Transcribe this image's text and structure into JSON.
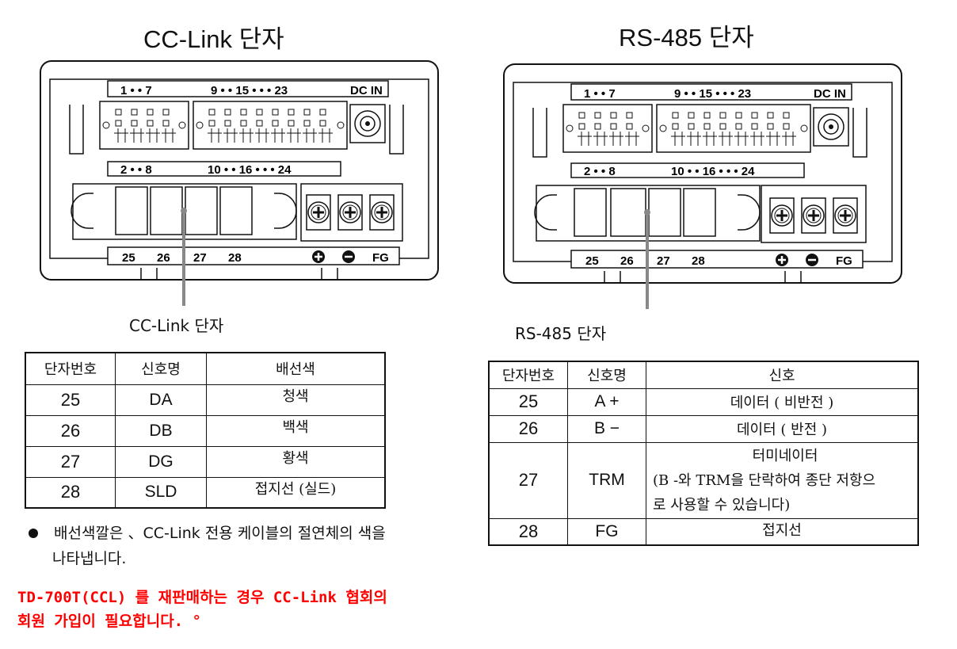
{
  "left": {
    "heading": "CC-Link 단자",
    "callout": "CC-Link 단자",
    "top_labels": [
      "1 • • 7",
      "9 • • 15 • • • 23",
      "DC IN"
    ],
    "mid_labels": [
      "2 • • 8",
      "10 • • 16 • • • 24"
    ],
    "bottom_labels": [
      "25",
      "26",
      "27",
      "28",
      "FG"
    ],
    "table": {
      "headers": [
        "단자번호",
        "신호명",
        "배선색"
      ],
      "rows": [
        {
          "no": "25",
          "signal": "DA",
          "value": "청색"
        },
        {
          "no": "26",
          "signal": "DB",
          "value": "백색"
        },
        {
          "no": "27",
          "signal": "DG",
          "value": "황색"
        },
        {
          "no": "28",
          "signal": "SLD",
          "value": "접지선 (실드)"
        }
      ]
    },
    "note_line1": "배선색깔은 、CC-Link 전용 케이블의 절연체의 색을",
    "note_line2": "나타냅니다.",
    "warning_line1": "TD-700T(CCL) 를 재판매하는 경우 CC-Link 협회의",
    "warning_line2": "회원 가입이 필요합니다. °"
  },
  "right": {
    "heading": "RS-485 단자",
    "callout": "RS-485 단자",
    "top_labels": [
      "1 • • 7",
      "9 • • 15 • • • 23",
      "DC IN"
    ],
    "mid_labels": [
      "2 • • 8",
      "10 • • 16 • • • 24"
    ],
    "bottom_labels": [
      "25",
      "26",
      "27",
      "28",
      "FG"
    ],
    "table": {
      "headers": [
        "단자번호",
        "신호명",
        "신호"
      ],
      "rows": [
        {
          "no": "25",
          "signal": "A +",
          "value": "데이터 ( 비반전 )"
        },
        {
          "no": "26",
          "signal": "B −",
          "value": "데이터 ( 반전 )"
        },
        {
          "no": "27",
          "signal": "TRM",
          "value_title": "터미네이터",
          "value_line1": "(B -와 TRM을 단락하여 종단 저항으",
          "value_line2": "로 사용할 수 있습니다)"
        },
        {
          "no": "28",
          "signal": "FG",
          "value": "접지선"
        }
      ]
    }
  },
  "colors": {
    "warning": "#ff0000",
    "line": "#111111",
    "callout_line": "#888888"
  }
}
